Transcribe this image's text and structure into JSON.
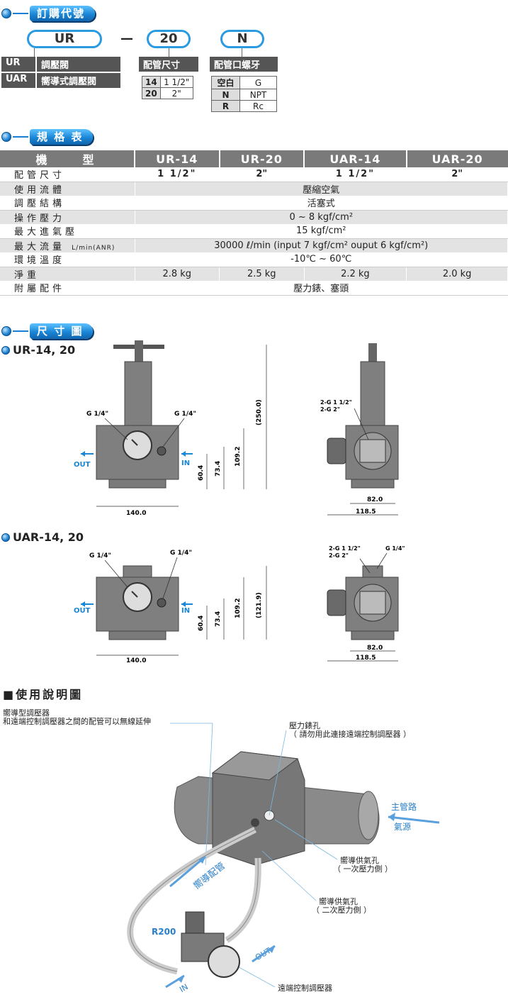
{
  "order_section": {
    "title": "訂購代號",
    "code": {
      "model": "UR",
      "dash": "—",
      "size": "20",
      "thread": "N"
    },
    "models": [
      {
        "code": "UR",
        "name": "調壓閥"
      },
      {
        "code": "UAR",
        "name": "嚮導式調壓閥"
      }
    ],
    "size_table": {
      "header": "配管尺寸",
      "rows": [
        {
          "code": "14",
          "value": "1 1/2\""
        },
        {
          "code": "20",
          "value": "2\""
        }
      ]
    },
    "thread_table": {
      "header": "配管口螺牙",
      "rows": [
        {
          "code": "空白",
          "value": "G"
        },
        {
          "code": "N",
          "value": "NPT"
        },
        {
          "code": "R",
          "value": "Rc"
        }
      ]
    }
  },
  "spec_section": {
    "title": "規 格 表",
    "headers": [
      "機　　型",
      "UR-14",
      "UR-20",
      "UAR-14",
      "UAR-20"
    ],
    "rows": [
      {
        "label": "配管尺寸",
        "values": [
          "1 1/2\"",
          "2\"",
          "1 1/2\"",
          "2\""
        ]
      },
      {
        "label": "使用流體",
        "merged": "壓縮空氣"
      },
      {
        "label": "調壓結構",
        "merged": "活塞式"
      },
      {
        "label": "操作壓力",
        "merged": "0 ~ 8 kgf/cm²"
      },
      {
        "label": "最大進氣壓",
        "merged": "15 kgf/cm²"
      },
      {
        "label": "最大流量",
        "label_suffix": "L/min(ANR)",
        "merged": "30000 ℓ/min (input 7 kgf/cm²  ouput 6 kgf/cm²)"
      },
      {
        "label": "環境溫度",
        "merged": "-10℃ ~ 60℃"
      },
      {
        "label": "淨重",
        "values": [
          "2.8 kg",
          "2.5 kg",
          "2.2 kg",
          "2.0 kg"
        ]
      },
      {
        "label": "附屬配件",
        "merged": "壓力錶、塞頭"
      }
    ]
  },
  "dimension_section": {
    "title": "尺 寸 圖",
    "ur": {
      "title": "UR-14, 20",
      "labels": {
        "g_left": "G 1/4\"",
        "g_right": "G 1/4\"",
        "out": "OUT",
        "in": "IN",
        "d250": "(250.0)",
        "d1092": "109.2",
        "d734": "73.4",
        "d604": "60.4",
        "d140": "140.0",
        "side_g1": "2-G 1 1/2\"",
        "side_g2": "2-G 2\"",
        "d820": "82.0",
        "d1185": "118.5"
      }
    },
    "uar": {
      "title": "UAR-14, 20",
      "labels": {
        "g_left": "G 1/4\"",
        "g_right": "G 1/4\"",
        "out": "OUT",
        "in": "IN",
        "d1219": "(121.9)",
        "d1092": "109.2",
        "d734": "73.4",
        "d604": "60.4",
        "d140": "140.0",
        "side_g1": "2-G 1 1/2\"",
        "side_g2": "2-G 2\"",
        "side_g3": "G 1/4\"",
        "d820": "82.0",
        "d1185": "118.5"
      }
    }
  },
  "usage_section": {
    "title": "■使用說明圖",
    "note_top_1": "嚮導型調壓器",
    "note_top_2": "和遠端控制調壓器之間的配管可以無線延伸",
    "gauge_port_1": "壓力錶孔",
    "gauge_port_2": "（ 請勿用此連接遠端控制調壓器 ）",
    "main_line": "主管路",
    "air_source": "氣源",
    "pilot_supply_1a": "嚮導供氣孔",
    "pilot_supply_1b": "（ 一次壓力側 ）",
    "pilot_supply_2a": "嚮導供氣孔",
    "pilot_supply_2b": "（ 二次壓力側 ）",
    "pilot_pipe": "嚮導配管",
    "r200": "R200",
    "out": "OUT",
    "in": "IN",
    "remote_regulator": "遠端控制調壓器"
  }
}
